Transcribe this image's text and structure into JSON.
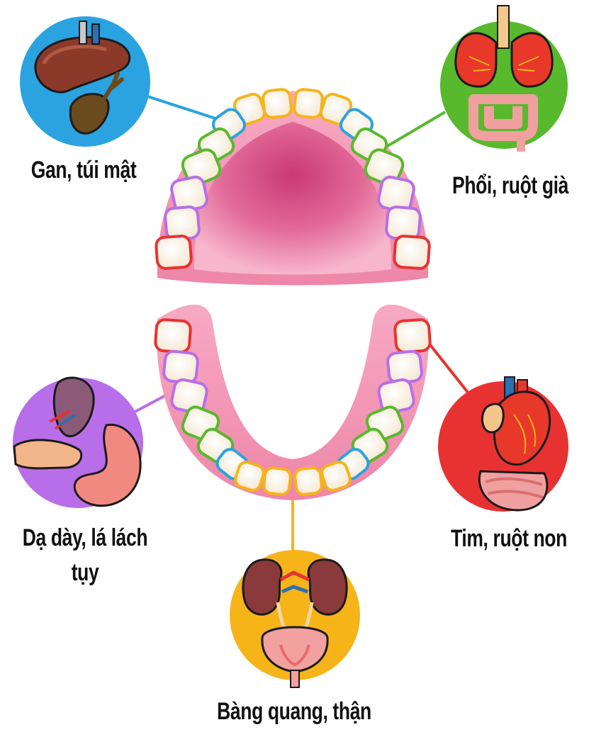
{
  "labels": {
    "liver": "Gan, túi mật",
    "lungs": "Phổi, ruột già",
    "stomach_line1": "Dạ dày, lá lách",
    "stomach_line2": "tụy",
    "heart": "Tim, ruột non",
    "kidney": "Bàng quang, thận"
  },
  "colors": {
    "liver": "#2aa3e0",
    "lungs": "#58b92d",
    "stomach": "#b86ee8",
    "heart": "#e83232",
    "kidney": "#f6b419",
    "gum": "#f193b3",
    "palate": "#d94f86",
    "tooth": "#fbf2e4"
  },
  "icons": {
    "liver": "liver-gallbladder-icon",
    "lungs": "lungs-large-intestine-icon",
    "stomach": "stomach-spleen-pancreas-icon",
    "heart": "heart-small-intestine-icon",
    "kidney": "kidneys-bladder-icon"
  }
}
